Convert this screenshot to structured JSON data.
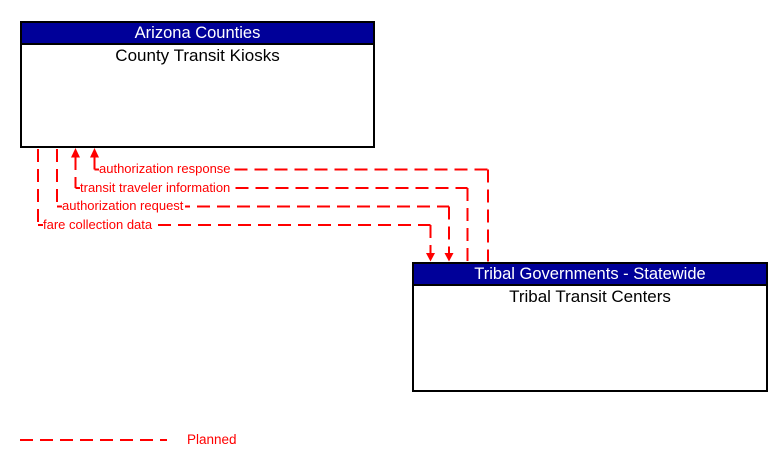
{
  "diagram": {
    "type": "interconnect-diagram",
    "colors": {
      "background": "#ffffff",
      "entity_header_bg": "#000099",
      "entity_header_text": "#ffffff",
      "entity_border": "#000000",
      "entity_body_text": "#000000",
      "flow_line": "#ff0000"
    },
    "boxes": [
      {
        "header": "Arizona Counties",
        "title": "County Transit Kiosks"
      },
      {
        "header": "Tribal Governments - Statewide",
        "title": "Tribal Transit Centers"
      }
    ],
    "flows": [
      {
        "label": "authorization response",
        "from": "Tribal Transit Centers",
        "to": "County Transit Kiosks",
        "status": "planned"
      },
      {
        "label": "transit traveler information",
        "from": "Tribal Transit Centers",
        "to": "County Transit Kiosks",
        "status": "planned"
      },
      {
        "label": "authorization request",
        "from": "County Transit Kiosks",
        "to": "Tribal Transit Centers",
        "status": "planned"
      },
      {
        "label": "fare collection data",
        "from": "County Transit Kiosks",
        "to": "Tribal Transit Centers",
        "status": "planned"
      }
    ],
    "legend": {
      "label": "Planned",
      "line_style": "dashed",
      "color": "#ff0000"
    }
  }
}
